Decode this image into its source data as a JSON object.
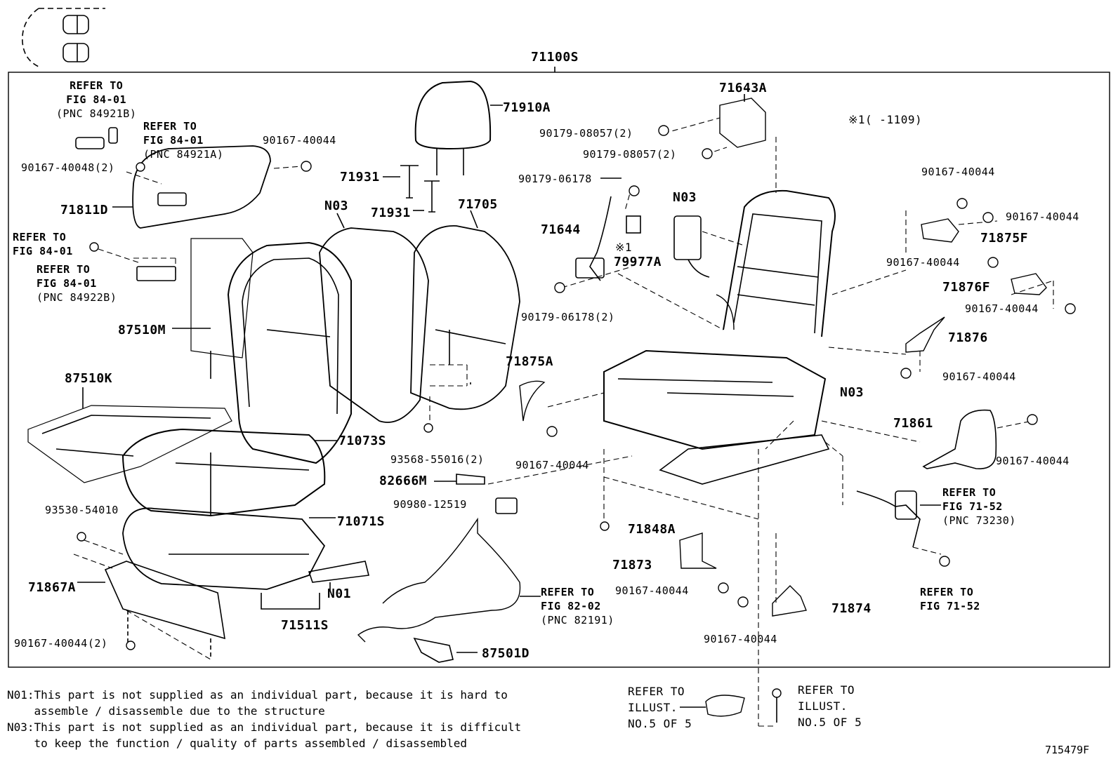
{
  "title": "71100S",
  "figure_code": "715479F",
  "variant_note": "※1(    -1109)",
  "labels": {
    "p71910A": "71910A",
    "p71643A": "71643A",
    "p71931a": "71931",
    "p71931b": "71931",
    "p71705": "71705",
    "pN03a": "N03",
    "pN03b": "N03",
    "pN03c": "N03",
    "p71811D": "71811D",
    "p87510M": "87510M",
    "p87510K": "87510K",
    "p71073S": "71073S",
    "p71071S": "71071S",
    "p71511S": "71511S",
    "pN01": "N01",
    "p71867A": "71867A",
    "p71644": "71644",
    "p79977A": "79977A",
    "p71875A": "71875A",
    "p71875F": "71875F",
    "p71876F": "71876F",
    "p71876": "71876",
    "p71861": "71861",
    "p82666M": "82666M",
    "p87501D": "87501D",
    "p71848A": "71848A",
    "p71873": "71873",
    "p71874": "71874",
    "b90167_40044_a": "90167-40044",
    "b90167_40048": "90167-40048(2)",
    "b90179_08057_a": "90179-08057(2)",
    "b90179_08057_b": "90179-08057(2)",
    "b90179_06178": "90179-06178",
    "b90179_06178_2": "90179-06178(2)",
    "b90167_40044_r1": "90167-40044",
    "b90167_40044_r2": "90167-40044",
    "b90167_40044_r3": "90167-40044",
    "b90167_40044_r4": "90167-40044",
    "b90167_40044_r5": "90167-40044",
    "b90167_40044_r6": "90167-40044",
    "b90167_40044_c1": "90167-40044",
    "b90167_40044_c2": "90167-40044",
    "b90167_40044_c3": "90167-40044",
    "b90167_40044_2": "90167-40044(2)",
    "b93568": "93568-55016(2)",
    "b93530": "93530-54010",
    "b90980": "90980-12519",
    "x1": "※1"
  },
  "refs": {
    "r1": [
      "REFER TO",
      "FIG 84-01",
      "(PNC 84921B)"
    ],
    "r2": [
      "REFER TO",
      "FIG 84-01",
      "(PNC 84921A)"
    ],
    "r3": [
      "REFER TO",
      "FIG 84-01"
    ],
    "r4": [
      "REFER TO",
      "FIG 84-01",
      "(PNC 84922B)"
    ],
    "r5": [
      "REFER TO",
      "FIG 82-02",
      "(PNC 82191)"
    ],
    "r6": [
      "REFER TO",
      "FIG 71-52",
      "(PNC 73230)"
    ],
    "r7": [
      "REFER TO",
      "FIG 71-52"
    ],
    "r8": [
      "REFER TO",
      "ILLUST.",
      "NO.5 OF 5"
    ],
    "r9": [
      "REFER TO",
      "ILLUST.",
      "NO.5 OF 5"
    ]
  },
  "notes": {
    "n01_line1": "N01:This part is not supplied as an individual part, because it is hard to",
    "n01_line2": "    assemble / disassemble due to the structure",
    "n03_line1": "N03:This part is not supplied as an individual part, because it is difficult",
    "n03_line2": "    to keep the function / quality of parts assembled / disassembled"
  }
}
